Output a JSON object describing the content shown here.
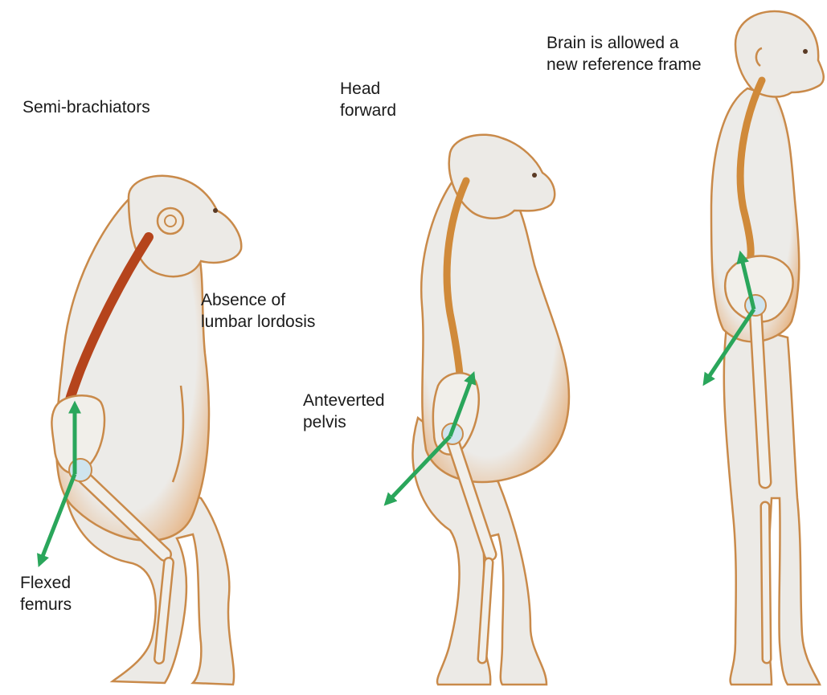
{
  "labels": {
    "semi_brachiators": "Semi-brachiators",
    "head_forward": [
      "Head",
      "forward"
    ],
    "brain_frame": [
      "Brain is allowed a",
      "new reference frame"
    ],
    "absence_lordosis": [
      "Absence of",
      "lumbar lordosis"
    ],
    "anteverted_pelvis": [
      "Anteverted",
      "pelvis"
    ],
    "flexed_femurs": [
      "Flexed",
      "femurs"
    ]
  },
  "colors": {
    "skin": "#eceae6",
    "outline": "#c98a4a",
    "shading": "#e0a871",
    "spine_ape": "#b5441c",
    "spine": "#d08a3a",
    "bone": "#f1efea",
    "joint": "#cfe4ee",
    "arrow": "#2aa65b"
  },
  "icons": [
    "ape-figure",
    "early-hominin-figure",
    "human-figure",
    "pelvis-axis-arrow"
  ]
}
